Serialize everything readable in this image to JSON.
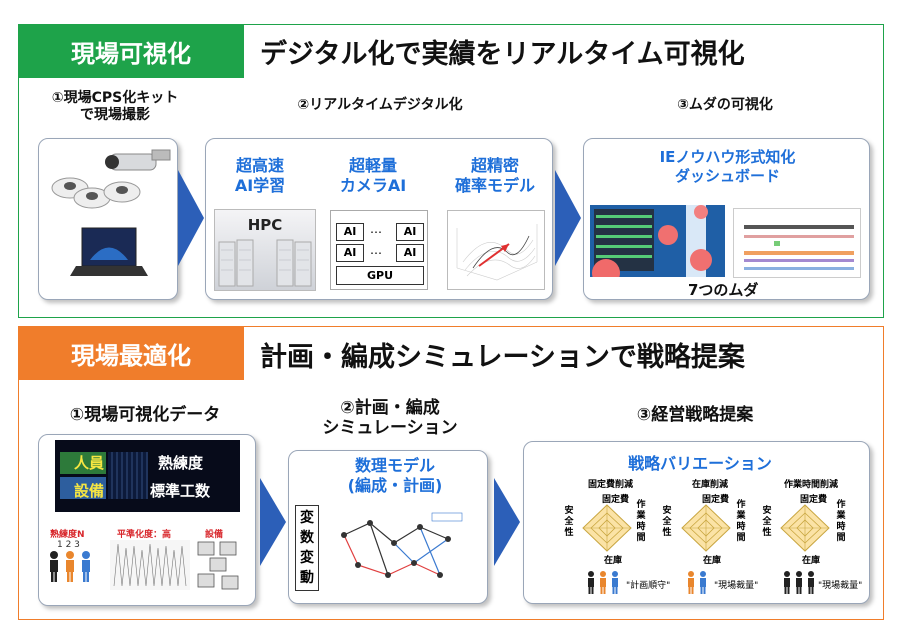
{
  "top": {
    "tag": "現場可視化",
    "headline": "デジタル化で実績をリアルタイム可視化",
    "step1": [
      "①現場CPS化キット",
      "で現場撮影"
    ],
    "step2": "②リアルタイムデジタル化",
    "step3": "③ムダの可視化",
    "tech1": [
      "超高速",
      "AI学習"
    ],
    "tech2": [
      "超軽量",
      "カメラAI"
    ],
    "tech3": [
      "超精密",
      "確率モデル"
    ],
    "hpc": "HPC",
    "ai": "AI",
    "dots": "…",
    "gpu": "GPU",
    "dashboard": [
      "IEノウハウ形式知化",
      "ダッシュボード"
    ],
    "muda": "7つのムダ"
  },
  "bottom": {
    "tag": "現場最適化",
    "headline": "計画・編成シミュレーションで戦略提案",
    "step1": "①現場可視化データ",
    "step2": [
      "②計画・編成",
      "シミュレーション"
    ],
    "step3": "③経営戦略提案",
    "data_tiles": [
      "人員",
      "熟練度",
      "設備",
      "標準工数"
    ],
    "skill_label": "熟練度N",
    "skill_nums": "1 2 3",
    "level_label": "平準化度：高",
    "equip_label": "設備",
    "model": [
      "数理モデル",
      "(編成・計画)"
    ],
    "var_label": [
      "変",
      "数",
      "変",
      "動"
    ],
    "strategy": "戦略バリエーション",
    "radars": [
      {
        "top": "固定費削減",
        "axis_top": "固定費",
        "left": "安全性",
        "right": "作業時間",
        "bottom": "在庫",
        "caption": "\"計画順守\""
      },
      {
        "top": "在庫削減",
        "axis_top": "固定費",
        "left": "安全性",
        "right": "作業時間",
        "bottom": "在庫",
        "caption": "\"現場裁量\""
      },
      {
        "top": "作業時間削減",
        "axis_top": "固定費",
        "left": "安全性",
        "right": "作業時間",
        "bottom": "在庫",
        "caption": "\"現場裁量\""
      }
    ]
  },
  "colors": {
    "green": "#1ea34a",
    "orange": "#f07d2b",
    "blue_text": "#1e6fd9",
    "arrow": "#2c5fb8"
  }
}
